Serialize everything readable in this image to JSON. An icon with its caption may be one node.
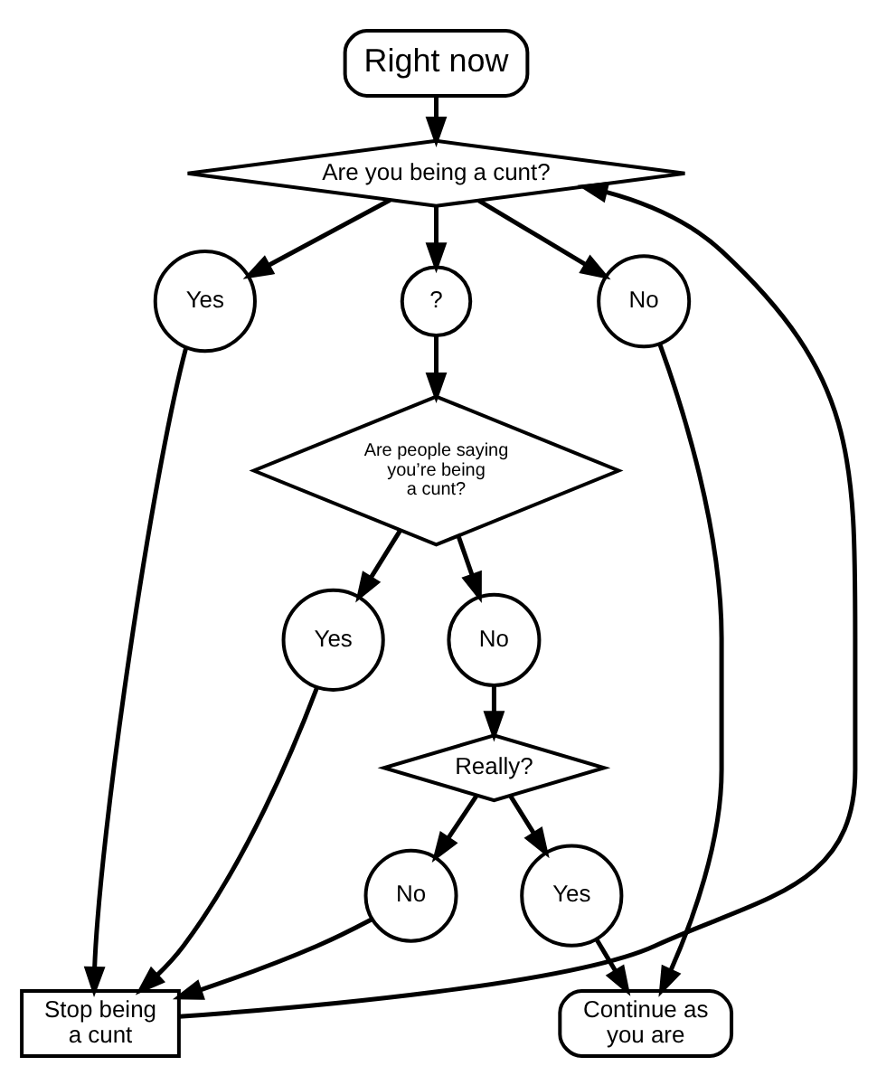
{
  "diagram": {
    "nodes": [
      {
        "text": [
          "Right now"
        ]
      },
      {
        "text": [
          "Are you being a cunt?"
        ]
      },
      {
        "text": [
          "Yes"
        ]
      },
      {
        "text": [
          "?"
        ]
      },
      {
        "text": [
          "No"
        ]
      },
      {
        "text": [
          "Stop being a cunt"
        ]
      },
      {
        "text": [
          "Continue as you are"
        ]
      },
      {
        "text": [
          "Are people saying you’re being a cunt?"
        ]
      },
      {
        "text": [
          "Yes"
        ]
      },
      {
        "text": [
          "No"
        ]
      },
      {
        "text": [
          "Really?"
        ]
      },
      {
        "text": [
          "No"
        ]
      },
      {
        "text": [
          "Yes"
        ]
      }
    ],
    "edges": [
      {
        "from": 0,
        "to": 1,
        "arrow": "to"
      },
      {
        "from": 1,
        "to": 2,
        "arrow": "to"
      },
      {
        "from": 1,
        "to": 3,
        "arrow": "to"
      },
      {
        "from": 1,
        "to": 4,
        "arrow": "to"
      },
      {
        "from": 2,
        "to": 5,
        "arrow": "to"
      },
      {
        "from": 4,
        "to": 6,
        "arrow": "to"
      },
      {
        "from": 5,
        "to": 1,
        "arrow": "to"
      },
      {
        "from": 3,
        "to": 7,
        "arrow": "to"
      },
      {
        "from": 7,
        "to": 8,
        "arrow": "to"
      },
      {
        "from": 7,
        "to": 9,
        "arrow": "to"
      },
      {
        "from": 8,
        "to": 5,
        "arrow": "to"
      },
      {
        "from": 9,
        "to": 10,
        "arrow": "to"
      },
      {
        "from": 10,
        "to": 11,
        "arrow": "to"
      },
      {
        "from": 10,
        "to": 12,
        "arrow": "to"
      },
      {
        "from": 11,
        "to": 5,
        "arrow": "to"
      },
      {
        "from": 12,
        "to": 6,
        "arrow": "to"
      }
    ]
  }
}
